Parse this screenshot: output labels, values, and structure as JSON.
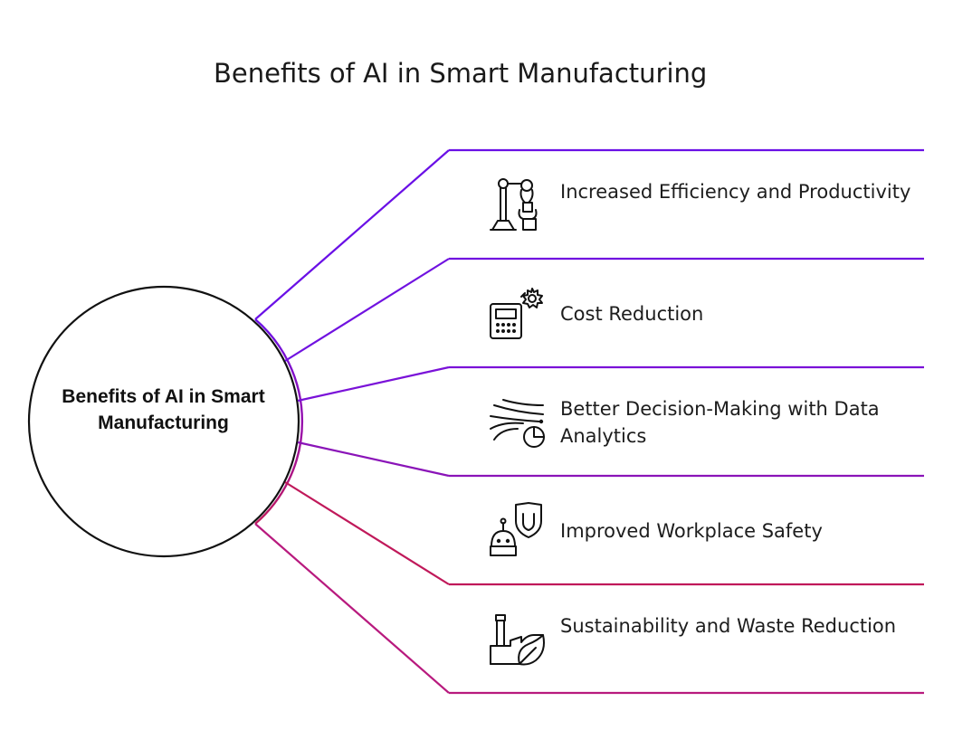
{
  "title": "Benefits of AI in Smart Manufacturing",
  "hub": {
    "label": "Benefits of AI in Smart Manufacturing"
  },
  "items": [
    {
      "label": "Increased Efficiency and Productivity",
      "icon": "robotic-arm-icon",
      "color": "#6a10e6"
    },
    {
      "label": "Cost Reduction",
      "icon": "calculator-gear-icon",
      "color": "#7a12d8"
    },
    {
      "label": "Better Decision-Making with Data Analytics",
      "icon": "data-flow-chart-icon",
      "color": "#8a14b8"
    },
    {
      "label": "Improved Workplace Safety",
      "icon": "robot-shield-icon",
      "color": "#c0195a"
    },
    {
      "label": "Sustainability and Waste Reduction",
      "icon": "factory-leaf-icon",
      "color": "#b81a7e"
    }
  ]
}
